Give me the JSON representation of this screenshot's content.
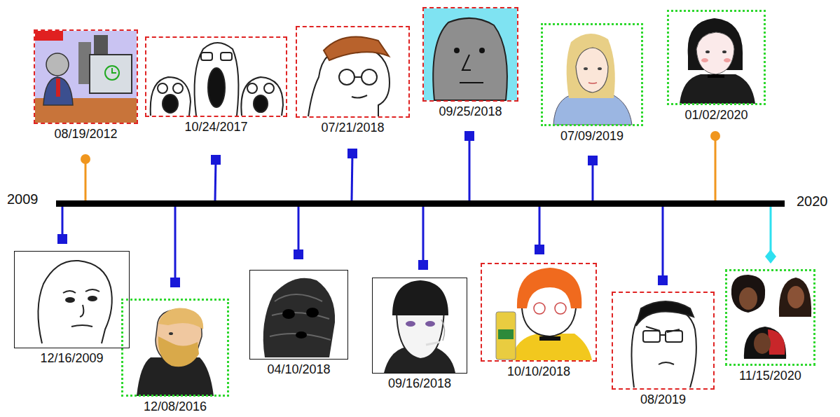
{
  "diagram": {
    "nodes": [
      {
        "text": [
          "12/16/2009"
        ]
      },
      {
        "text": [
          "08/19/2012"
        ]
      },
      {
        "text": [
          "12/08/2016"
        ]
      },
      {
        "text": [
          "10/24/2017"
        ]
      },
      {
        "text": [
          "04/10/2018"
        ]
      },
      {
        "text": [
          "07/21/2018"
        ]
      },
      {
        "text": [
          "09/16/2018"
        ]
      },
      {
        "text": [
          "09/25/2018"
        ]
      },
      {
        "text": [
          "10/10/2018"
        ]
      },
      {
        "text": [
          "07/09/2019"
        ]
      },
      {
        "text": [
          "08/2019"
        ]
      },
      {
        "text": [
          "01/02/2020"
        ]
      },
      {
        "text": [
          "11/15/2020"
        ]
      }
    ],
    "labels": [
      "2009",
      "2020"
    ]
  }
}
